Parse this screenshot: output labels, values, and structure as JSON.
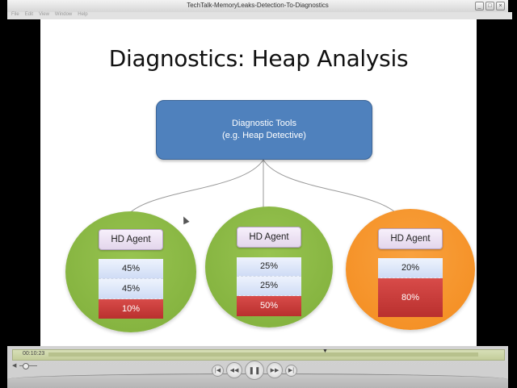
{
  "window": {
    "title": "TechTalk-MemoryLeaks-Detection-To-Diagnostics",
    "buttons": {
      "minimize": "_",
      "maximize": "□",
      "close": "×"
    }
  },
  "menu": [
    "File",
    "Edit",
    "View",
    "Window",
    "Help"
  ],
  "slide": {
    "title": "Diagnostics: Heap Analysis",
    "tool_box": {
      "line1": "Diagnostic Tools",
      "line2": "(e.g. Heap Detective)"
    },
    "agents": [
      {
        "label": "HD Agent",
        "color": "#8fba48",
        "segments": [
          {
            "value": "45%",
            "type": "blue"
          },
          {
            "value": "45%",
            "type": "blue"
          },
          {
            "value": "10%",
            "type": "red"
          }
        ]
      },
      {
        "label": "HD Agent",
        "color": "#8fba48",
        "segments": [
          {
            "value": "25%",
            "type": "blue"
          },
          {
            "value": "25%",
            "type": "blue"
          },
          {
            "value": "50%",
            "type": "red"
          }
        ]
      },
      {
        "label": "HD Agent",
        "color": "#f79631",
        "segments": [
          {
            "value": "20%",
            "type": "blue"
          },
          {
            "value": "80%",
            "type": "red"
          }
        ]
      }
    ]
  },
  "player": {
    "timecode": "00:10:23",
    "buttons": {
      "skip_back": "|◀",
      "rewind": "◀◀",
      "pause": "❚❚",
      "fast_forward": "▶▶",
      "skip_forward": "▶|"
    },
    "volume_icon": "◀"
  }
}
